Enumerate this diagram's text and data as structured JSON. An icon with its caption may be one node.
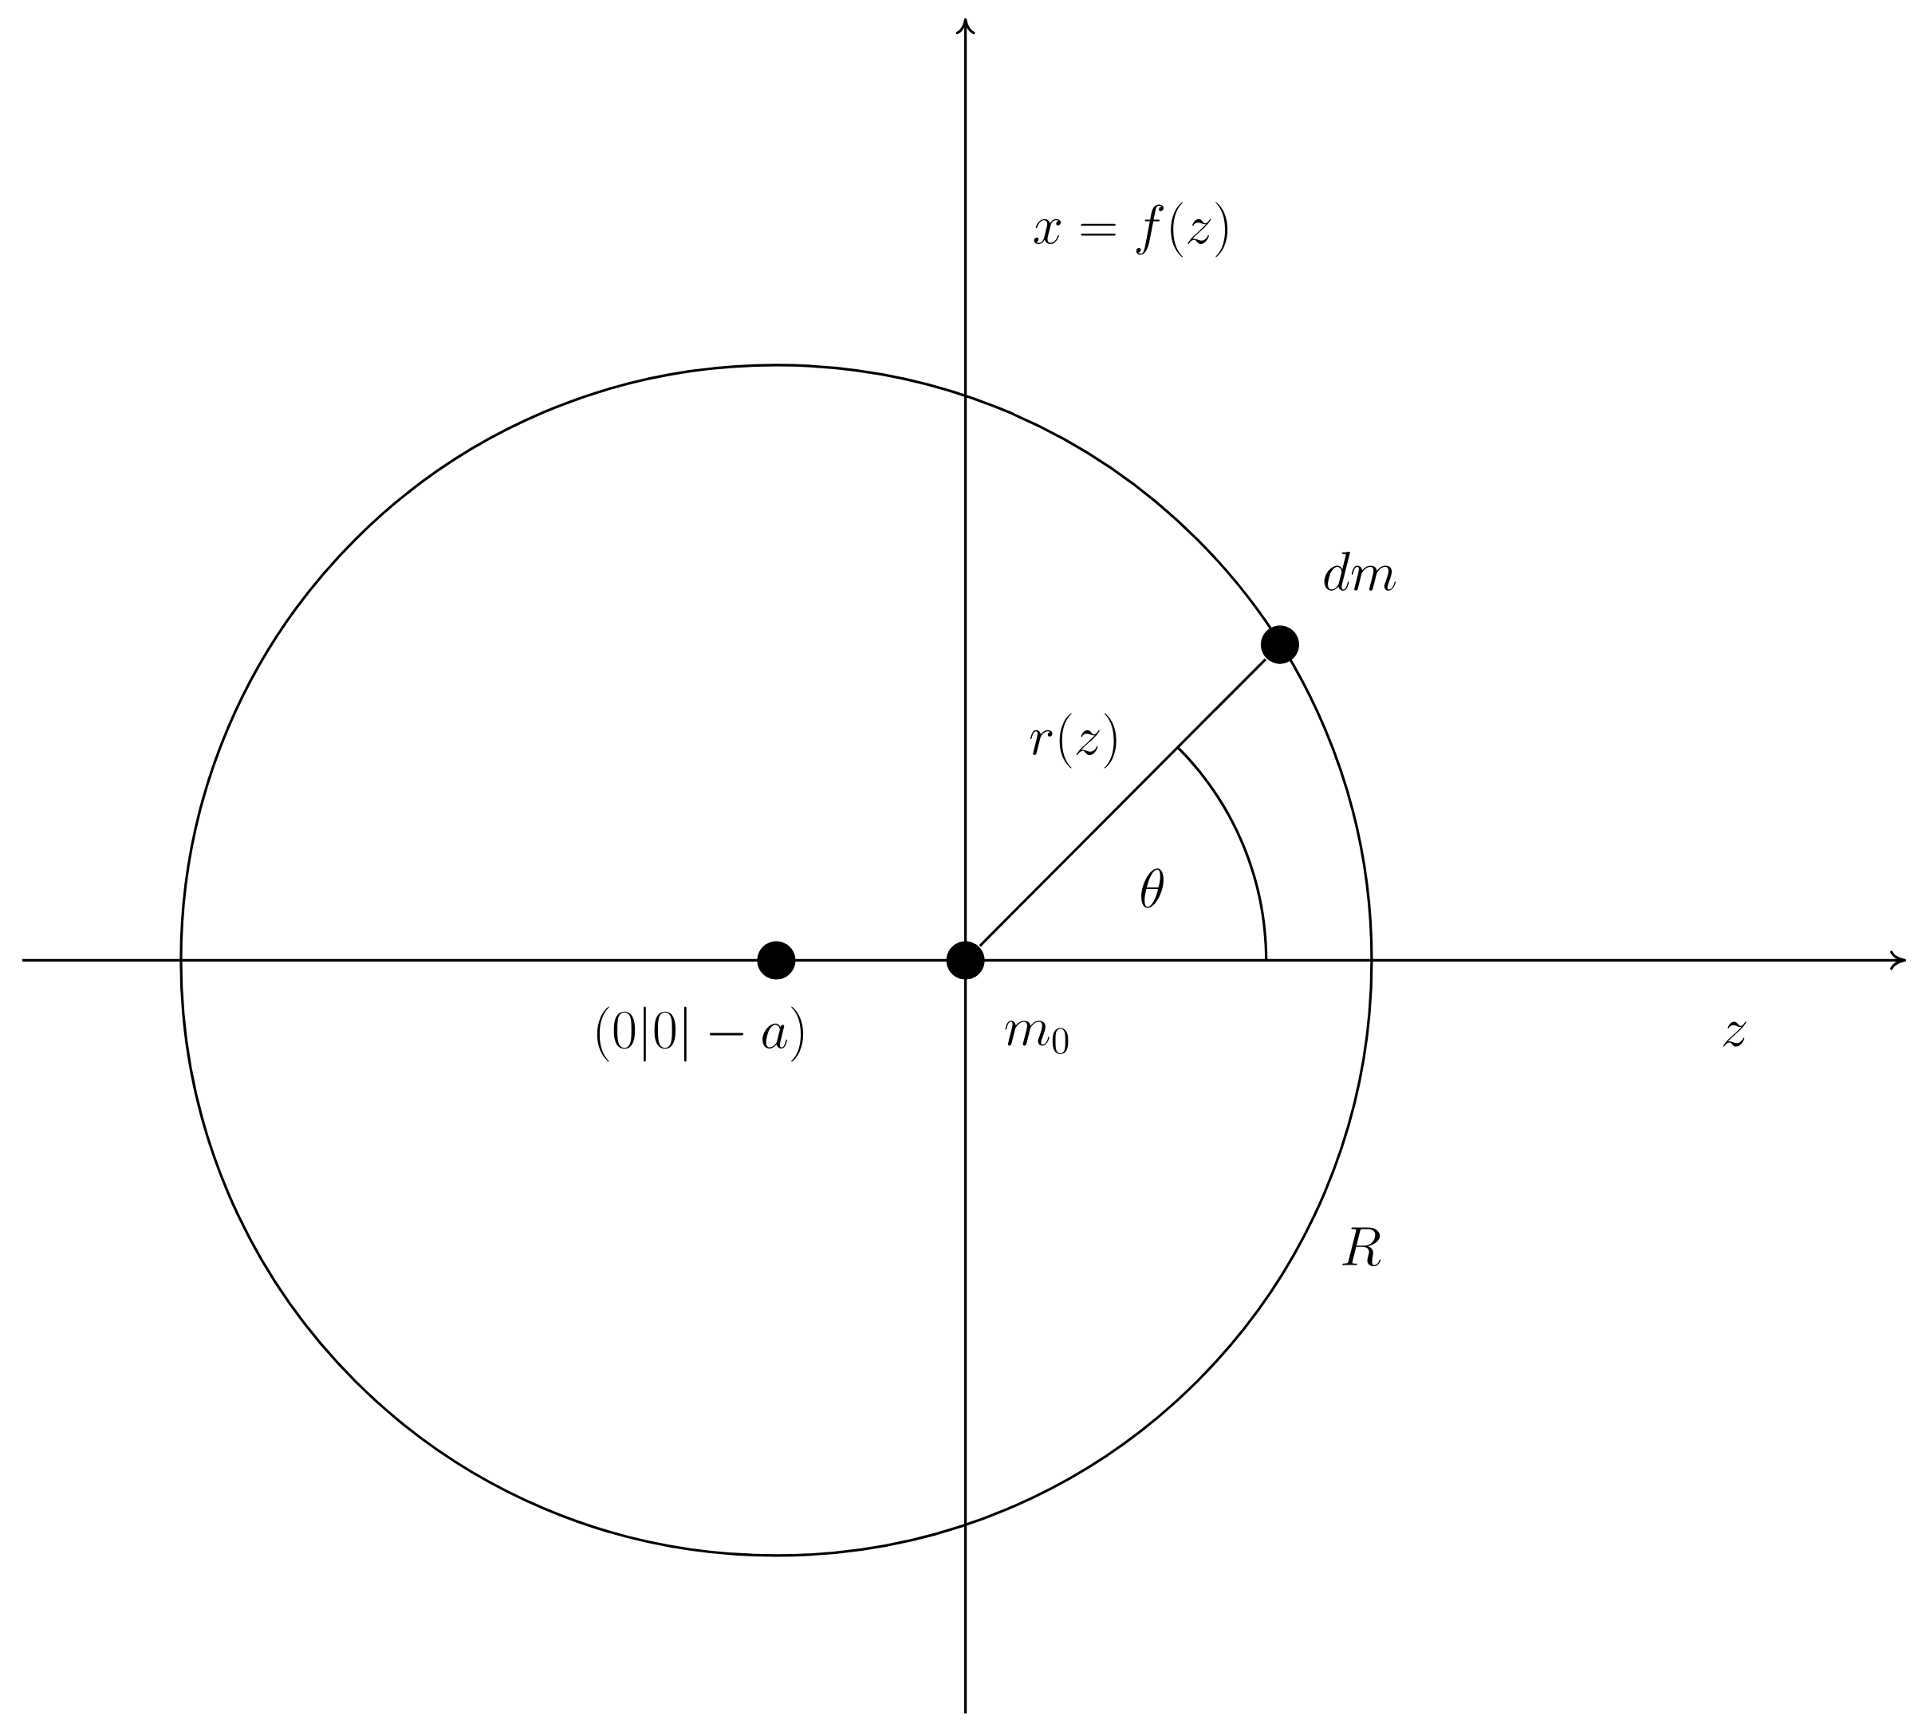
{
  "diagram": {
    "nodes": [
      {
        "text": [],
        "shape": "circle",
        "beside": [
          "R"
        ]
      },
      {
        "text": [],
        "shape": "circle",
        "in": 0,
        "beside": [
          "(0|0|-a)"
        ]
      },
      {
        "text": [],
        "shape": "circle",
        "in": 0,
        "beside": [
          "m_0"
        ]
      },
      {
        "text": [],
        "shape": "circle",
        "in": 0,
        "beside": [
          "dm"
        ]
      }
    ],
    "edges": [
      {
        "from": 2,
        "to": 3,
        "arrow": "none",
        "label": "r(z)"
      }
    ],
    "labels": [
      "x = f(z)",
      "z",
      "\\theta"
    ]
  }
}
